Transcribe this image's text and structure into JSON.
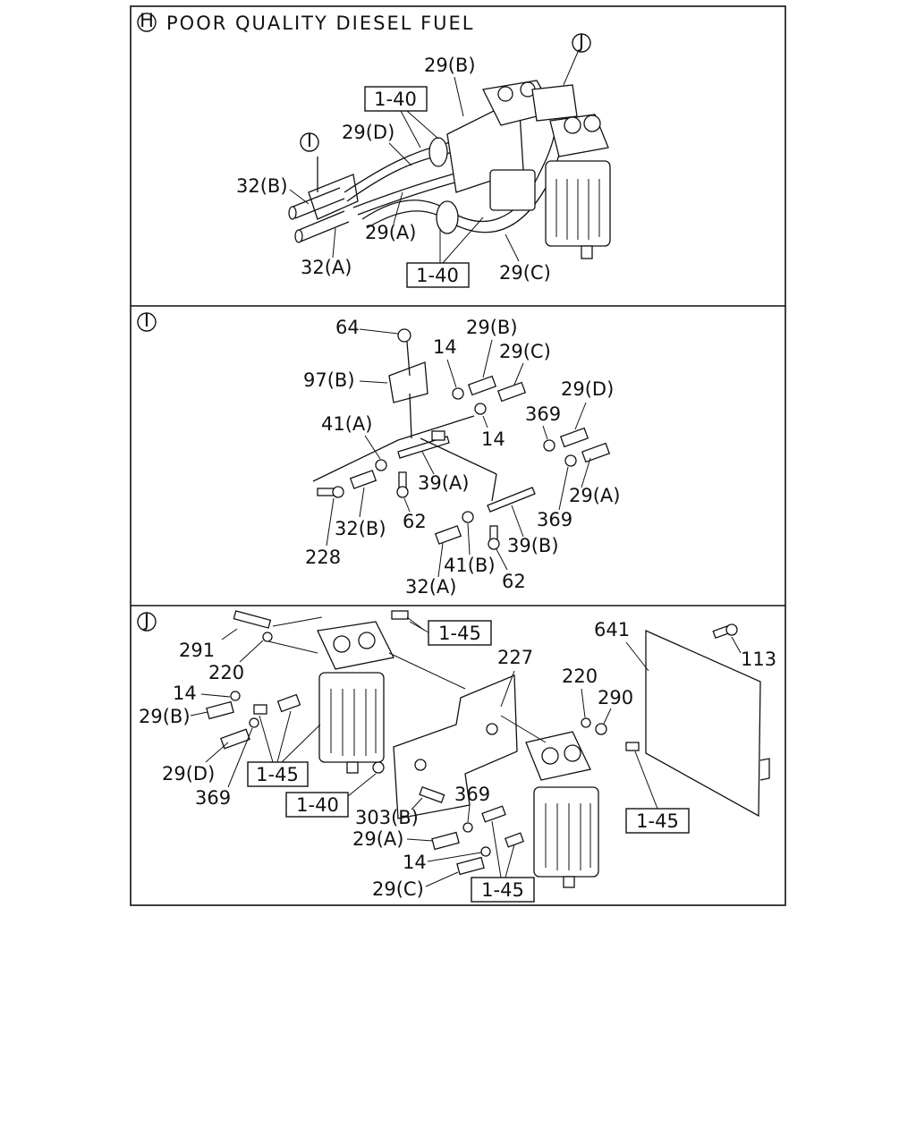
{
  "panels": {
    "H": {
      "letter": "H",
      "title": "POOR QUALITY DIESEL FUEL"
    },
    "I": {
      "letter": "I"
    },
    "J": {
      "letter": "J"
    }
  },
  "callouts_h": {
    "ref_j": "J",
    "ref_i": "I",
    "p29b": "29(B)",
    "p29d": "29(D)",
    "p32b": "32(B)",
    "p29a": "29(A)",
    "p32a": "32(A)",
    "p29c": "29(C)",
    "box1": "1-40",
    "box2": "1-40"
  },
  "callouts_i": {
    "p64": "64",
    "p29b": "29(B)",
    "p14a": "14",
    "p29c": "29(C)",
    "p97b": "97(B)",
    "p29d": "29(D)",
    "p369a": "369",
    "p14b": "14",
    "p41a": "41(A)",
    "p39a": "39(A)",
    "p29a": "29(A)",
    "p369b": "369",
    "p32b": "32(B)",
    "p62a": "62",
    "p39b": "39(B)",
    "p228": "228",
    "p41b": "41(B)",
    "p62b": "62",
    "p32a": "32(A)"
  },
  "callouts_j": {
    "p291": "291",
    "p220a": "220",
    "p14a": "14",
    "p29b": "29(B)",
    "p29d": "29(D)",
    "p369a": "369",
    "box145a": "1-45",
    "box145b": "1-45",
    "box140": "1-40",
    "p227": "227",
    "p641": "641",
    "p113": "113",
    "p220b": "220",
    "p290": "290",
    "box145c": "1-45",
    "p369b": "369",
    "p303b": "303(B)",
    "p29a": "29(A)",
    "p14b": "14",
    "p29c": "29(C)",
    "box145d": "1-45"
  }
}
